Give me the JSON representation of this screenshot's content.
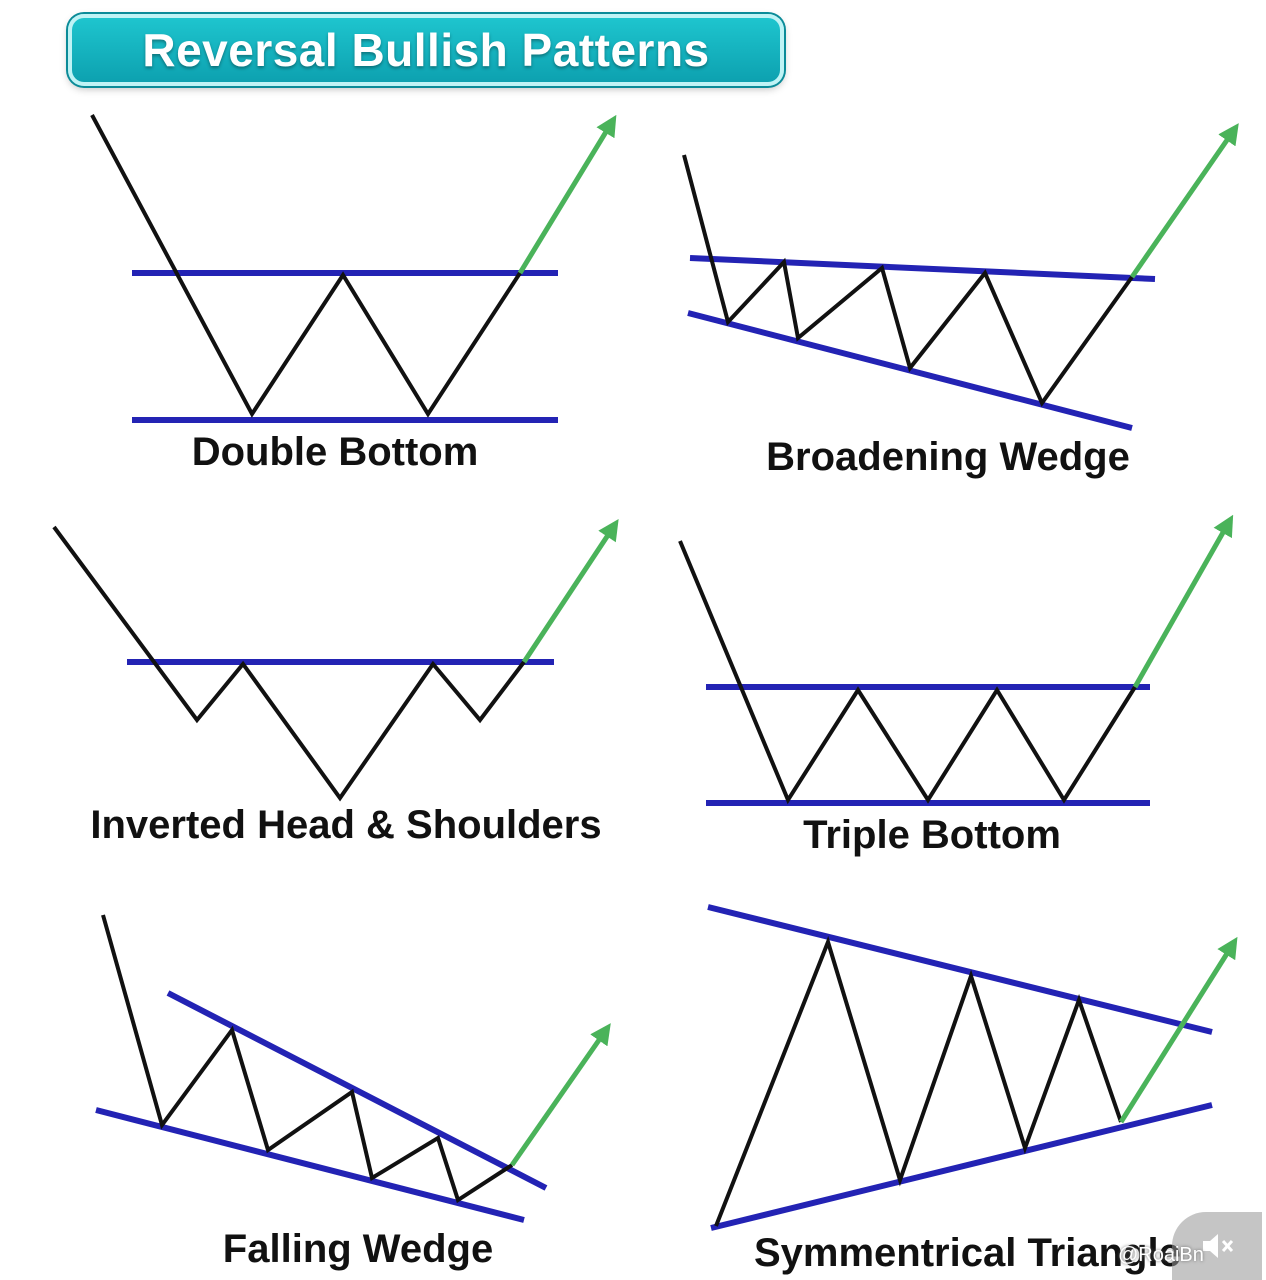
{
  "title": "Reversal Bullish Patterns",
  "colors": {
    "price_line": "#111111",
    "trend_line": "#2323b4",
    "breakout_arrow": "#4ab35a",
    "title_bg": "#12b3c0",
    "title_text": "#ffffff"
  },
  "patterns": {
    "double_bottom": {
      "label": "Double Bottom"
    },
    "broadening_wedge": {
      "label": "Broadening Wedge"
    },
    "inverted_head_shoulders": {
      "label": "Inverted Head & Shoulders"
    },
    "triple_bottom": {
      "label": "Triple Bottom"
    },
    "falling_wedge": {
      "label": "Falling Wedge"
    },
    "symmetrical_triangle": {
      "label": "Symmentrical Triangle"
    }
  },
  "watermark": {
    "text": "@RoaiBn",
    "icon": "mute-speaker-icon"
  }
}
